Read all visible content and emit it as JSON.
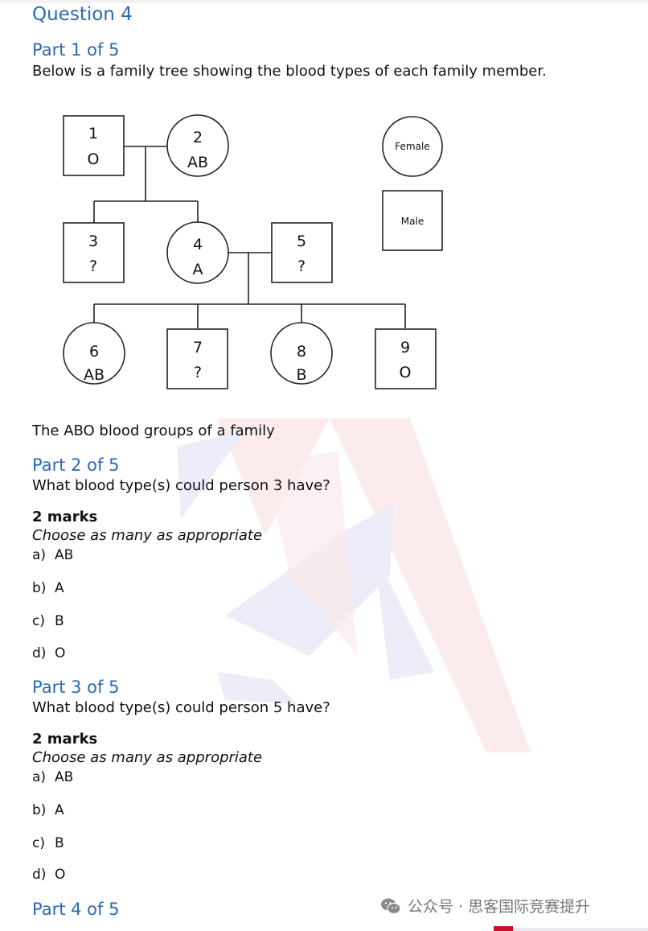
{
  "question_title": "Question 4",
  "part1": {
    "heading": "Part 1 of 5",
    "text": "Below is a family tree showing the blood types of each family member."
  },
  "pedigree": {
    "legend_female": "Female",
    "legend_male": "Male",
    "persons": [
      {
        "id": "1",
        "blood": "O",
        "sex": "male"
      },
      {
        "id": "2",
        "blood": "AB",
        "sex": "female"
      },
      {
        "id": "3",
        "blood": "?",
        "sex": "male"
      },
      {
        "id": "4",
        "blood": "A",
        "sex": "female"
      },
      {
        "id": "5",
        "blood": "?",
        "sex": "male"
      },
      {
        "id": "6",
        "blood": "AB",
        "sex": "female"
      },
      {
        "id": "7",
        "blood": "?",
        "sex": "male"
      },
      {
        "id": "8",
        "blood": "B",
        "sex": "female"
      },
      {
        "id": "9",
        "blood": "O",
        "sex": "male"
      }
    ],
    "caption": "The ABO blood groups of a family"
  },
  "part2": {
    "heading": "Part 2 of 5",
    "question": "What blood type(s) could person 3 have?",
    "marks": "2 marks",
    "hint": "Choose as many as appropriate",
    "options": [
      {
        "letter": "a)",
        "label": "AB"
      },
      {
        "letter": "b)",
        "label": "A"
      },
      {
        "letter": "c)",
        "label": "B"
      },
      {
        "letter": "d)",
        "label": "O"
      }
    ]
  },
  "part3": {
    "heading": "Part 3 of 5",
    "question": "What blood type(s) could person 5 have?",
    "marks": "2 marks",
    "hint": "Choose as many as appropriate",
    "options": [
      {
        "letter": "a)",
        "label": "AB"
      },
      {
        "letter": "b)",
        "label": "A"
      },
      {
        "letter": "c)",
        "label": "B"
      },
      {
        "letter": "d)",
        "label": "O"
      }
    ]
  },
  "part4": {
    "heading": "Part 4 of 5"
  },
  "footer_watermark": {
    "icon": "wechat-icon",
    "text": "公众号 · 思客国际竞赛提升"
  }
}
